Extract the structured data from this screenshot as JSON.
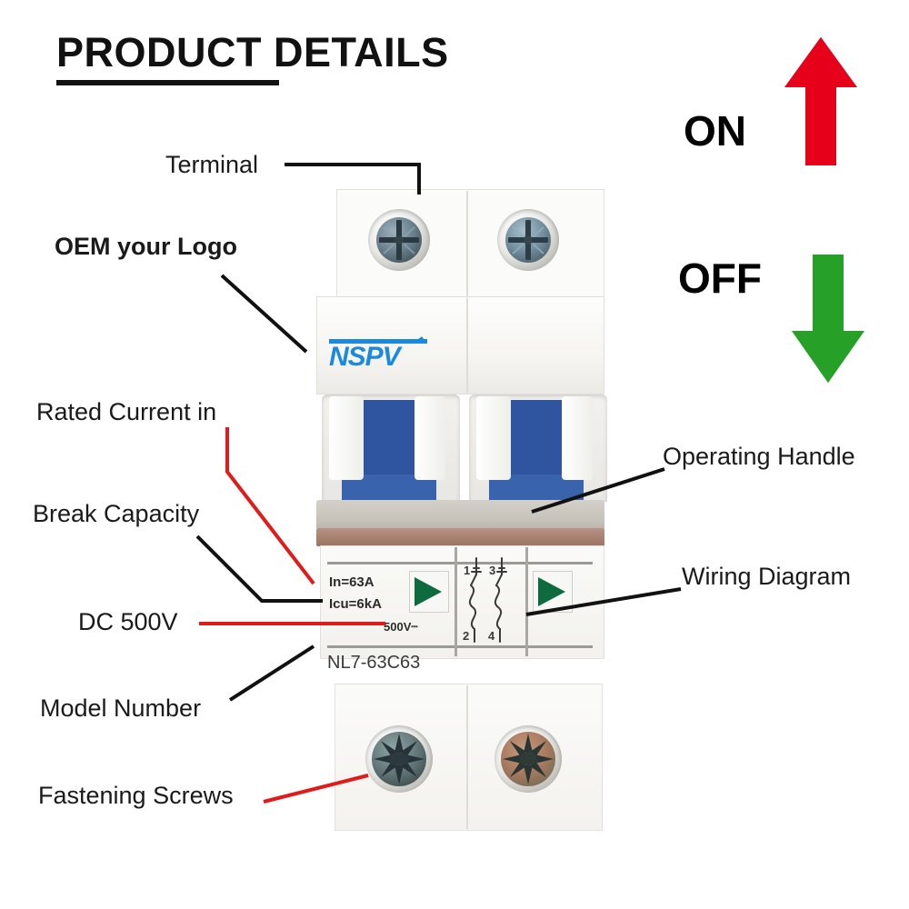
{
  "header": {
    "title": "PRODUCT DETAILS"
  },
  "state_indicators": [
    {
      "name": "on",
      "label": "ON",
      "arrow": "arrow-up-icon",
      "color": "#e60019",
      "direction": "up"
    },
    {
      "name": "off",
      "label": "OFF",
      "arrow": "arrow-down-icon",
      "color": "#27a027",
      "direction": "down"
    }
  ],
  "callouts": [
    {
      "key": "terminal",
      "label": "Terminal",
      "line_color": "#111111",
      "bold": false
    },
    {
      "key": "oem_logo",
      "label": "OEM your Logo",
      "line_color": "#111111",
      "bold": true
    },
    {
      "key": "rated_current",
      "label": "Rated Current in",
      "line_color": "#e01b1b",
      "bold": false
    },
    {
      "key": "break_capacity",
      "label": "Break Capacity",
      "line_color": "#111111",
      "bold": false
    },
    {
      "key": "dc_500v",
      "label": "DC 500V",
      "line_color": "#e01b1b",
      "bold": false
    },
    {
      "key": "model_number",
      "label": "Model Number",
      "line_color": "#111111",
      "bold": false
    },
    {
      "key": "fastening_screws",
      "label": "Fastening Screws",
      "line_color": "#e01b1b",
      "bold": false
    },
    {
      "key": "operating_handle",
      "label": "Operating Handle",
      "line_color": "#111111",
      "bold": false
    },
    {
      "key": "wiring_diagram",
      "label": "Wiring Diagram",
      "line_color": "#111111",
      "bold": false
    }
  ],
  "product": {
    "brand": "NSPV",
    "rated_current": "In=63A",
    "breaking_capacity": "Icu=6kA",
    "voltage": "500V",
    "voltage_symbol": "⎓",
    "model": "NL7-63C63",
    "poles": 2,
    "handle_color": "#2f55a0",
    "indicator_color": "#0d6b3f",
    "wiring_terminals_top": [
      "1",
      "3"
    ],
    "wiring_terminals_bottom": [
      "2",
      "4"
    ]
  }
}
